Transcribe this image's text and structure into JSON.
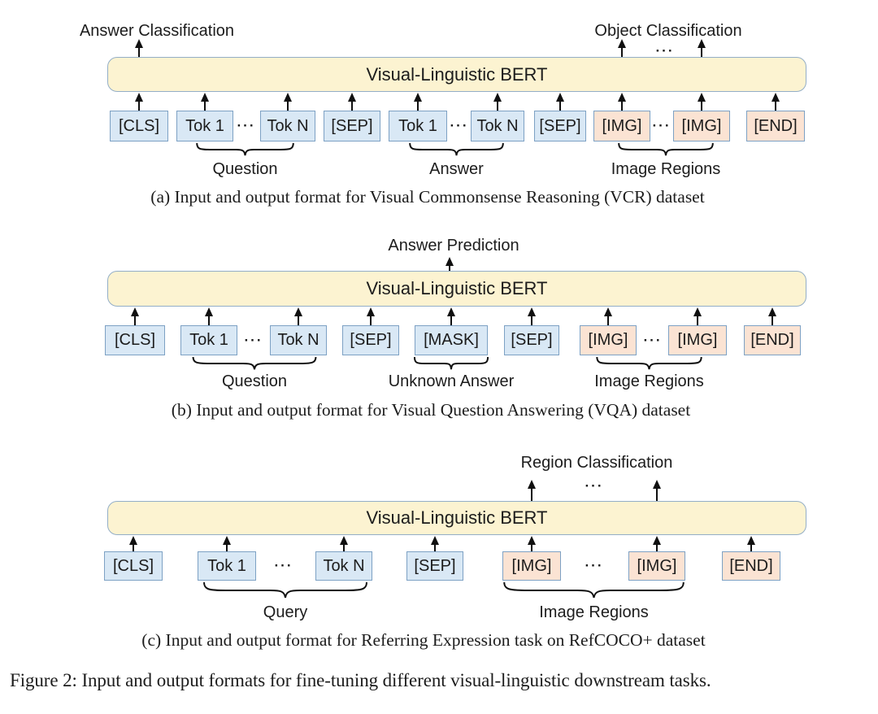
{
  "figure": {
    "caption": "Figure 2: Input and output formats for fine-tuning different visual-linguistic downstream tasks."
  },
  "model": {
    "label": "Visual-Linguistic BERT"
  },
  "colors": {
    "background": "#FFFFFF",
    "ink": "#1C1C1C",
    "line": "#101010",
    "bert_fill": "#FCF3D1",
    "bert_border": "#93AEC7",
    "token_blue_fill": "#D9E8F5",
    "token_pink_fill": "#FBE3D3",
    "token_border": "#7DA1C4"
  },
  "panels": [
    {
      "caption": "(a) Input and output format for Visual Commonsense Reasoning (VCR) dataset",
      "outputs": [
        {
          "label": "Answer Classification"
        },
        {
          "label": "Object Classification"
        }
      ],
      "tokens": [
        {
          "label": "[CLS]",
          "kind": "text"
        },
        {
          "label": "Tok 1",
          "kind": "text"
        },
        {
          "label": "···",
          "kind": "ellipsis"
        },
        {
          "label": "Tok N",
          "kind": "text"
        },
        {
          "label": "[SEP]",
          "kind": "text"
        },
        {
          "label": "Tok 1",
          "kind": "text"
        },
        {
          "label": "···",
          "kind": "ellipsis"
        },
        {
          "label": "Tok N",
          "kind": "text"
        },
        {
          "label": "[SEP]",
          "kind": "text"
        },
        {
          "label": "[IMG]",
          "kind": "image"
        },
        {
          "label": "···",
          "kind": "ellipsis"
        },
        {
          "label": "[IMG]",
          "kind": "image"
        },
        {
          "label": "[END]",
          "kind": "image"
        }
      ],
      "groups": [
        {
          "label": "Question"
        },
        {
          "label": "Answer"
        },
        {
          "label": "Image Regions"
        }
      ]
    },
    {
      "caption": "(b) Input and output format for Visual Question Answering (VQA) dataset",
      "outputs": [
        {
          "label": "Answer Prediction"
        }
      ],
      "tokens": [
        {
          "label": "[CLS]",
          "kind": "text"
        },
        {
          "label": "Tok 1",
          "kind": "text"
        },
        {
          "label": "···",
          "kind": "ellipsis"
        },
        {
          "label": "Tok N",
          "kind": "text"
        },
        {
          "label": "[SEP]",
          "kind": "text"
        },
        {
          "label": "[MASK]",
          "kind": "text"
        },
        {
          "label": "[SEP]",
          "kind": "text"
        },
        {
          "label": "[IMG]",
          "kind": "image"
        },
        {
          "label": "···",
          "kind": "ellipsis"
        },
        {
          "label": "[IMG]",
          "kind": "image"
        },
        {
          "label": "[END]",
          "kind": "image"
        }
      ],
      "groups": [
        {
          "label": "Question"
        },
        {
          "label": "Unknown Answer"
        },
        {
          "label": "Image Regions"
        }
      ]
    },
    {
      "caption": "(c) Input and output format for Referring Expression task on RefCOCO+ dataset",
      "outputs": [
        {
          "label": "Region Classification"
        }
      ],
      "tokens": [
        {
          "label": "[CLS]",
          "kind": "text"
        },
        {
          "label": "Tok 1",
          "kind": "text"
        },
        {
          "label": "···",
          "kind": "ellipsis"
        },
        {
          "label": "Tok N",
          "kind": "text"
        },
        {
          "label": "[SEP]",
          "kind": "text"
        },
        {
          "label": "[IMG]",
          "kind": "image"
        },
        {
          "label": "···",
          "kind": "ellipsis"
        },
        {
          "label": "[IMG]",
          "kind": "image"
        },
        {
          "label": "[END]",
          "kind": "image"
        }
      ],
      "groups": [
        {
          "label": "Query"
        },
        {
          "label": "Image Regions"
        }
      ]
    }
  ]
}
